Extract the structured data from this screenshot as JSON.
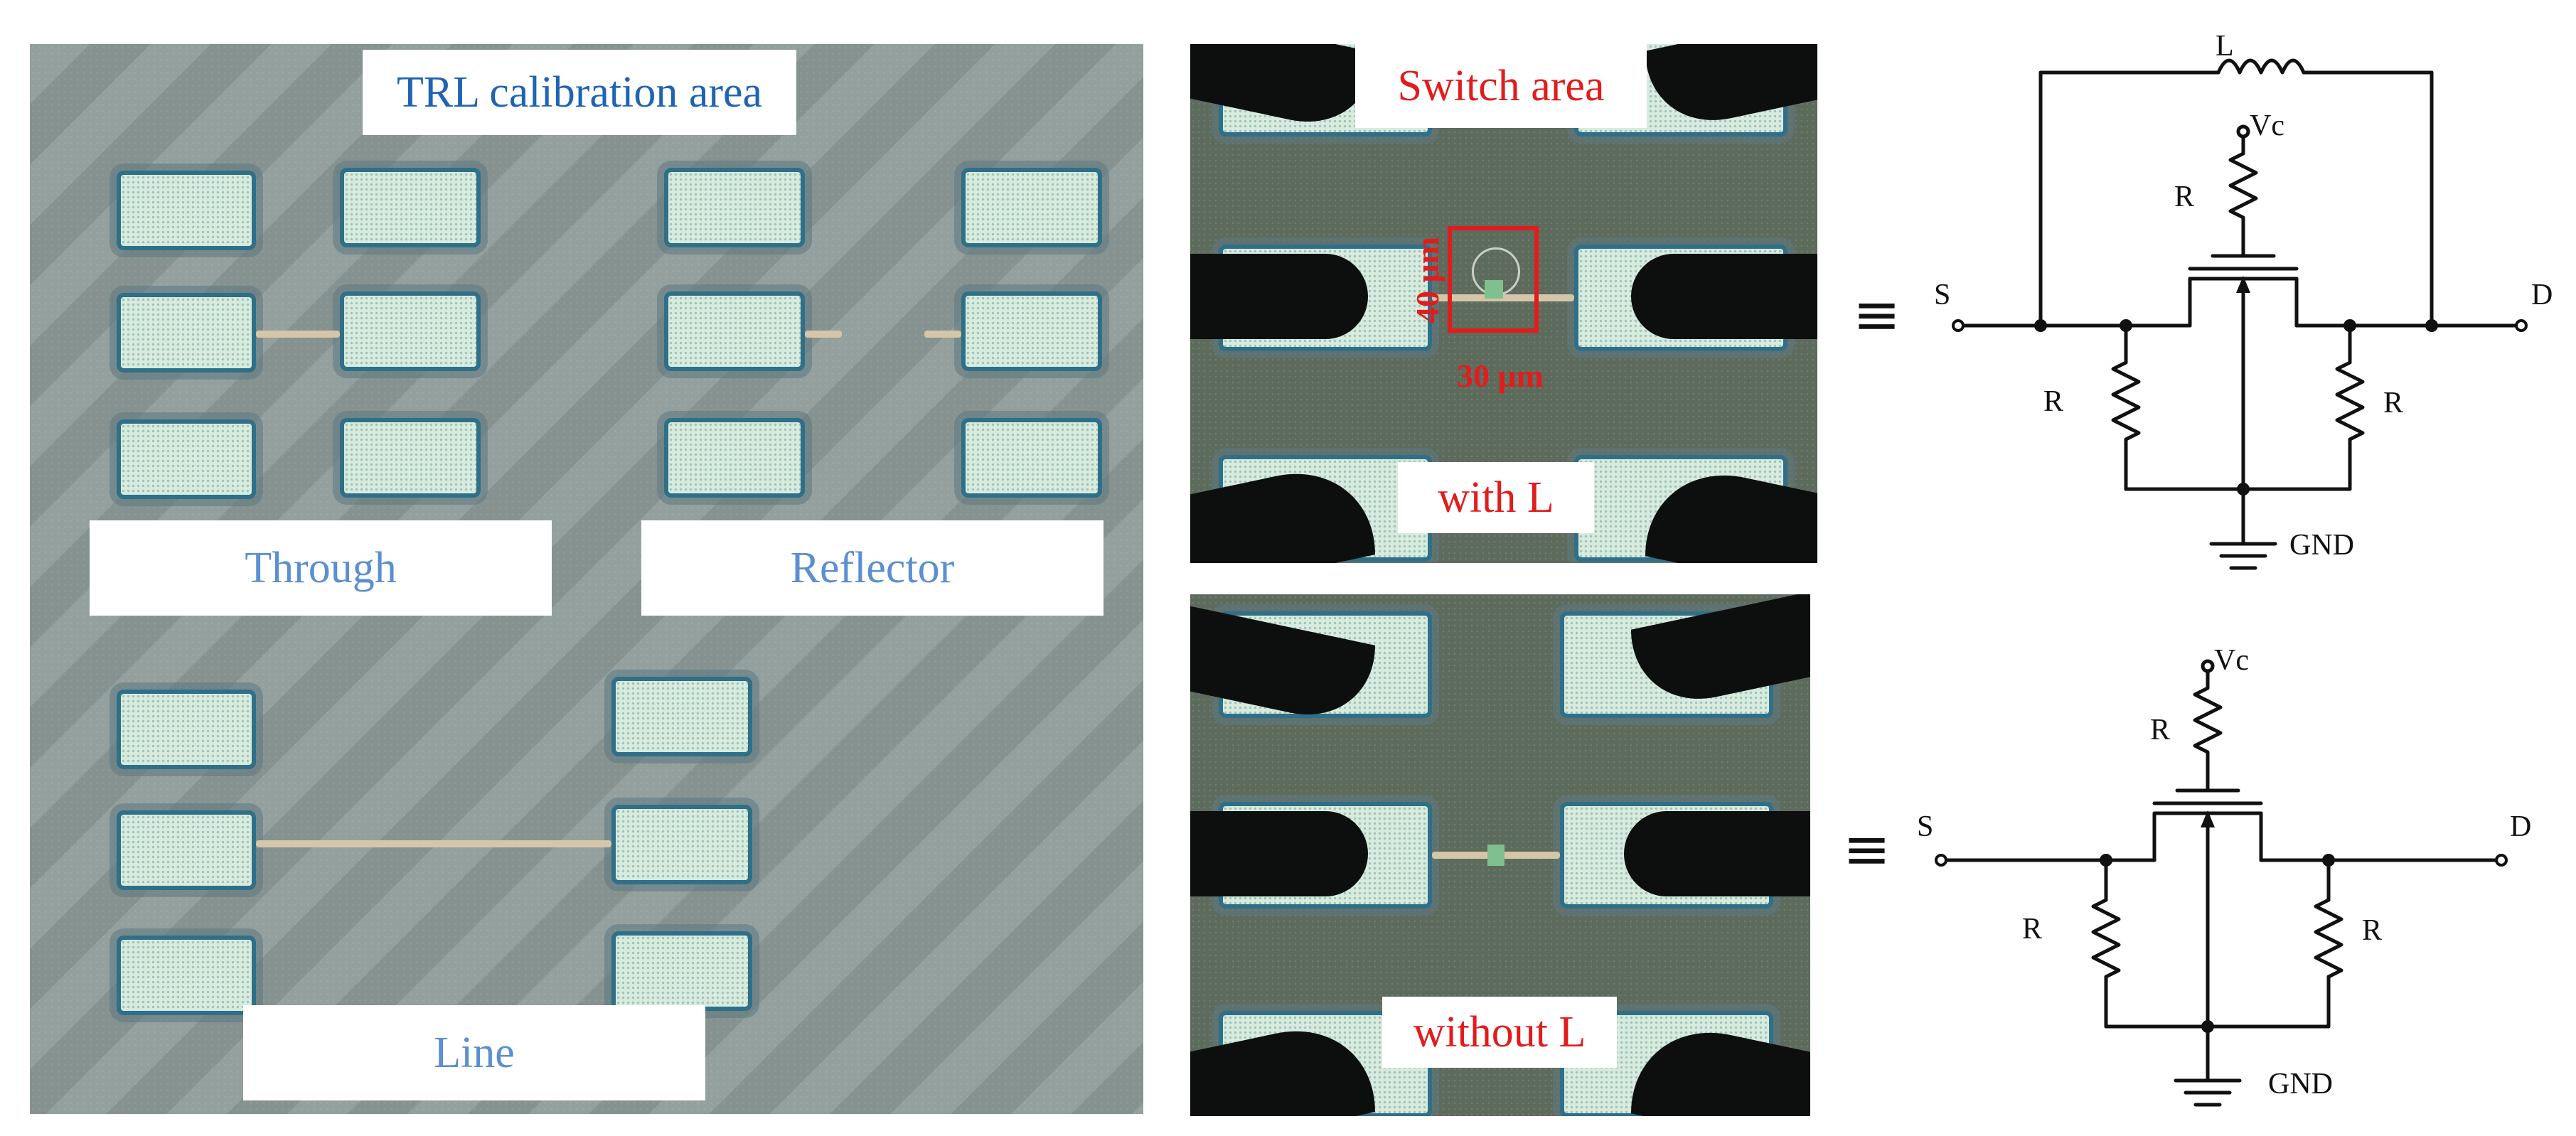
{
  "trl_panel": {
    "title": "TRL calibration area",
    "labels": {
      "through": "Through",
      "reflector": "Reflector",
      "line": "Line"
    }
  },
  "switch_with_l": {
    "title": "Switch area",
    "caption": "with L",
    "dim_vertical": "40 μm",
    "dim_horizontal": "30 μm"
  },
  "switch_without_l": {
    "caption": "without L"
  },
  "equivalence_symbol": "≡",
  "circuit_with_l": {
    "inductor": "L",
    "control": "Vc",
    "gate_resistor": "R",
    "source": "S",
    "drain": "D",
    "left_resistor": "R",
    "right_resistor": "R",
    "ground": "GND"
  },
  "circuit_without_l": {
    "control": "Vc",
    "gate_resistor": "R",
    "source": "S",
    "drain": "D",
    "left_resistor": "R",
    "right_resistor": "R",
    "ground": "GND"
  }
}
